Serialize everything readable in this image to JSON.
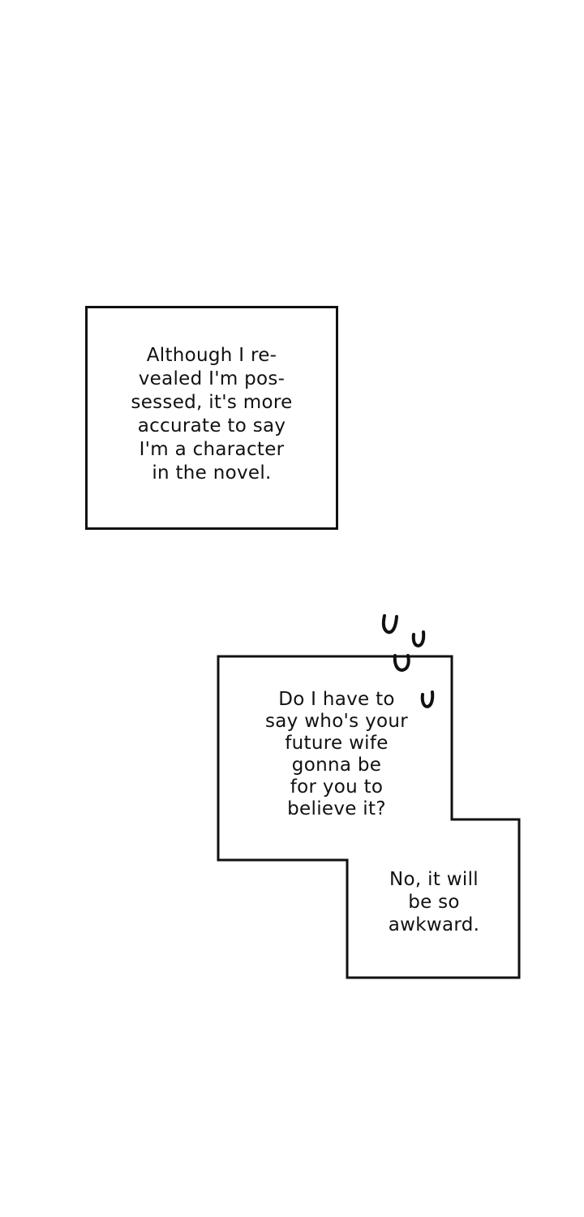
{
  "narration_box": {
    "lines": [
      "Although I re-",
      "vealed I'm pos-",
      "sessed, it's more",
      "accurate to say",
      "I'm a character",
      "in the novel."
    ]
  },
  "dialogue_box": {
    "upper_lines": [
      "Do I have to",
      "say who's your",
      "future wife",
      "gonna be",
      "for you to",
      "believe it?"
    ],
    "lower_lines": [
      "No, it will",
      "be so",
      "awkward."
    ]
  },
  "sfx_marks": [
    "trembling-mark-icon",
    "trembling-mark-icon",
    "trembling-mark-icon",
    "trembling-mark-icon"
  ],
  "colors": {
    "background": "#ffffff",
    "ink": "#111111"
  }
}
